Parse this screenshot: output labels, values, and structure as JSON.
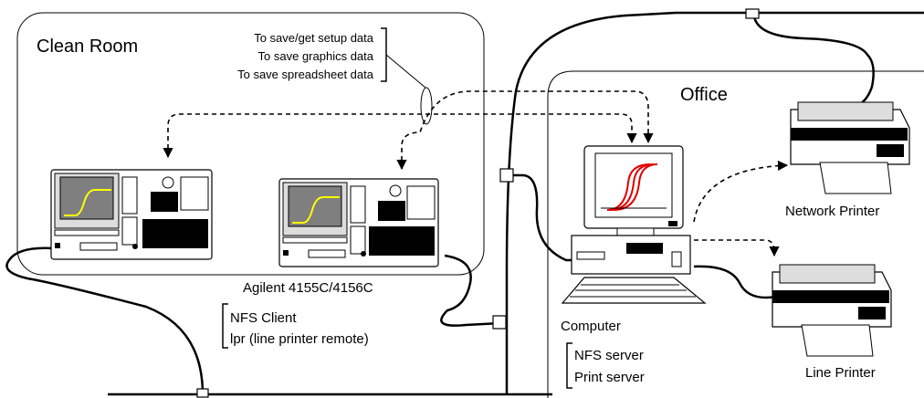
{
  "rooms": {
    "clean_room": "Clean Room",
    "office": "Office"
  },
  "data_purposes": [
    "To save/get setup data",
    "To save graphics data",
    "To save spreadsheet data"
  ],
  "instrument_label": "Agilent 4155C/4156C",
  "instrument_roles": [
    "NFS Client",
    "lpr (line printer remote)"
  ],
  "computer_label": "Computer",
  "computer_roles": [
    "NFS server",
    "Print server"
  ],
  "network_printer_label": "Network Printer",
  "line_printer_label": "Line Printer",
  "colors": {
    "trace_instrument": "#ffff00",
    "trace_computer": "#e00000",
    "screen_dark": "#7f7f7f"
  }
}
